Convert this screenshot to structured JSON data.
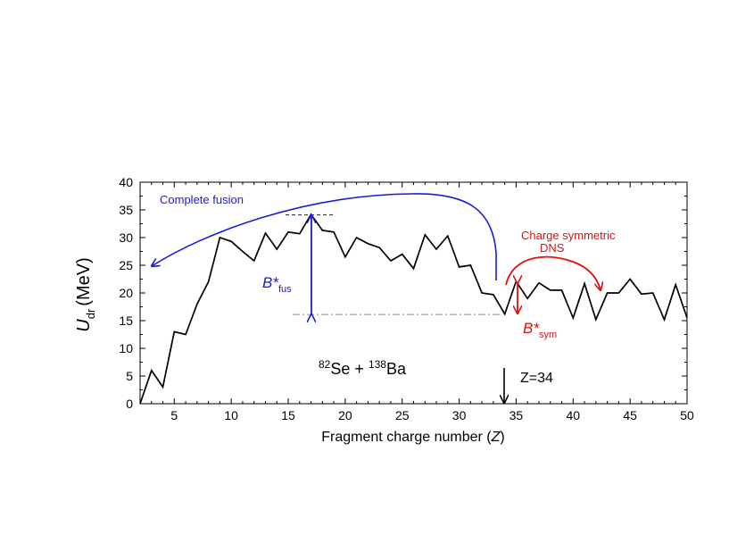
{
  "chart_data": {
    "type": "line",
    "xlabel": "Fragment charge number (",
    "xlabel_var": "Z",
    "xlabel_close": ")",
    "ylabel_var": "U",
    "ylabel_sub": "dr",
    "ylabel_unit": "(MeV)",
    "xlim": [
      2,
      50
    ],
    "ylim": [
      0,
      40
    ],
    "xticks": [
      5,
      10,
      15,
      20,
      25,
      30,
      35,
      40,
      45,
      50
    ],
    "yticks": [
      0,
      5,
      10,
      15,
      20,
      25,
      30,
      35,
      40
    ],
    "grid": false,
    "series": [
      {
        "color": "#000000",
        "x": [
          2,
          3,
          4,
          5,
          6,
          7,
          8,
          9,
          10,
          11,
          12,
          13,
          14,
          15,
          16,
          17,
          18,
          19,
          20,
          21,
          22,
          23,
          24,
          25,
          26,
          27,
          28,
          29,
          30,
          31,
          32,
          33,
          34,
          35,
          36,
          37,
          38,
          39,
          40,
          41,
          42,
          43,
          44,
          45,
          46,
          47,
          48,
          49,
          50
        ],
        "y": [
          0,
          6,
          3,
          13,
          12.5,
          18,
          22,
          30,
          29.3,
          27.5,
          25.8,
          30.8,
          27.9,
          31,
          30.7,
          34.2,
          31.3,
          31,
          26.5,
          30,
          28.9,
          28.2,
          25.8,
          27,
          24.4,
          30.5,
          27.9,
          30.3,
          24.7,
          25,
          20,
          19.7,
          16.2,
          22.1,
          19,
          21.8,
          20.5,
          20.5,
          15.5,
          21.7,
          15.2,
          20,
          20,
          22.5,
          19.8,
          20,
          15.2,
          21.5,
          15.5
        ]
      }
    ],
    "annotations": {
      "complete_fusion": "Complete fusion",
      "charge_symmetric_line1": "Charge symmetric",
      "charge_symmetric_line2": "DNS",
      "b_fus_main": "B*",
      "b_fus_sub": "fus",
      "b_sym_main": "B*",
      "b_sym_sub": "sym",
      "reaction_mass1": "82",
      "reaction_el1": "Se",
      "reaction_plus": " + ",
      "reaction_mass2": "138",
      "reaction_el2": "Ba",
      "z_marker": "Z=34"
    },
    "colors": {
      "blue": "#1a1adc",
      "red": "#e01010",
      "black": "#000000"
    }
  }
}
